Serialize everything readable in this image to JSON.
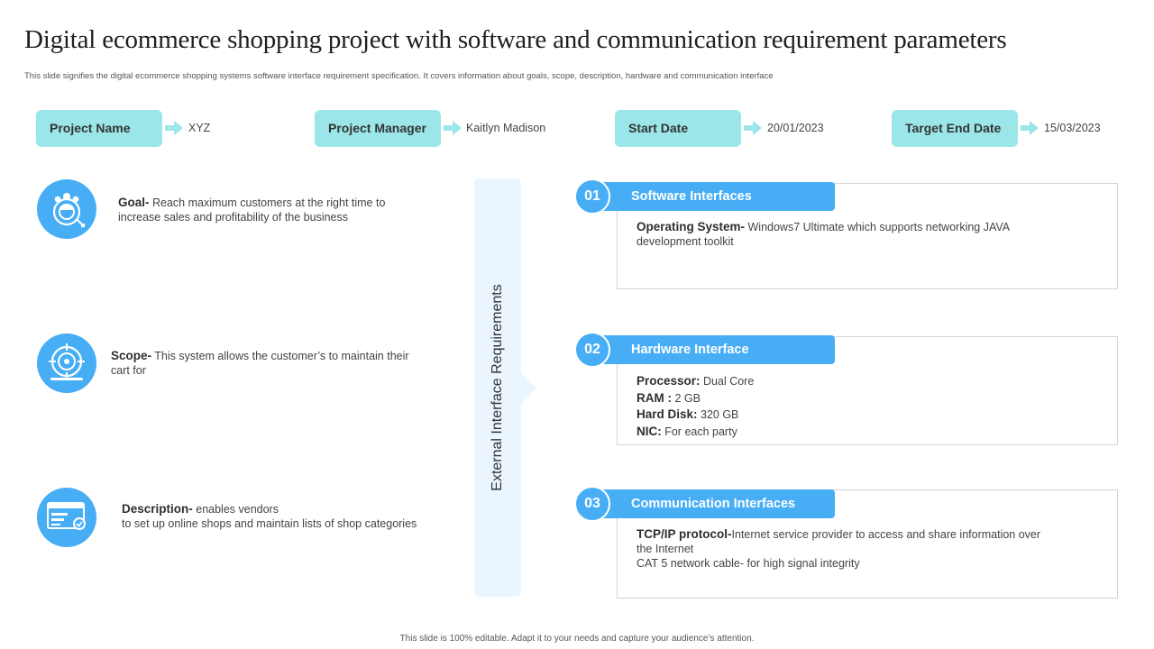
{
  "title": "Digital ecommerce shopping project with software and communication requirement parameters",
  "subtitle": "This slide signifies the digital ecommerce shopping systems software interface requirement specification. It covers information about goals, scope, description, hardware and communication interface",
  "meta": [
    {
      "label": "Project Name",
      "value": "XYZ"
    },
    {
      "label": "Project Manager",
      "value": "Kaitlyn Madison"
    },
    {
      "label": "Start Date",
      "value": "20/01/2023"
    },
    {
      "label": "Target End Date",
      "value": "15/03/2023"
    }
  ],
  "left": {
    "goal": {
      "label": "Goal-",
      "text1": " Reach maximum customers at the right time to",
      "text2": "increase sales and profitability of the business",
      "icon": "team-target-icon"
    },
    "scope": {
      "label": "Scope-",
      "text1": " This system allows the customer’s to maintain their",
      "text2": "cart for",
      "icon": "crosshair-target-icon"
    },
    "description": {
      "label": "Description-",
      "text1": " enables vendors",
      "text2": "to set up online shops and maintain lists of shop categories",
      "icon": "document-check-icon"
    }
  },
  "band_label": "External Interface Requirements",
  "sections": [
    {
      "number": "01",
      "title": "Software Interfaces",
      "os_label": "Operating System-",
      "os_text1": " Windows7 Ultimate which supports networking JAVA",
      "os_text2": "development  toolkit"
    },
    {
      "number": "02",
      "title": "Hardware Interface",
      "processor_label": "Processor:",
      "processor_value": " Dual Core",
      "ram_label": "RAM :",
      "ram_value": " 2 GB",
      "disk_label": "Hard Disk:",
      "disk_value": " 320 GB",
      "nic_label": "NIC:",
      "nic_value": " For each party"
    },
    {
      "number": "03",
      "title": "Communication  Interfaces",
      "tcp_label": "TCP/IP protocol-",
      "tcp_text1": "Internet service provider  to access and share information  over",
      "tcp_text2": "the Internet",
      "cat_text": "CAT 5 network cable- for high signal integrity"
    }
  ],
  "footer": "This slide is 100% editable.  Adapt it to your needs and capture your audience’s attention.",
  "colors": {
    "accent_blue": "#47aef5",
    "label_teal": "#9be6e8",
    "band": "#eaf5fe"
  }
}
